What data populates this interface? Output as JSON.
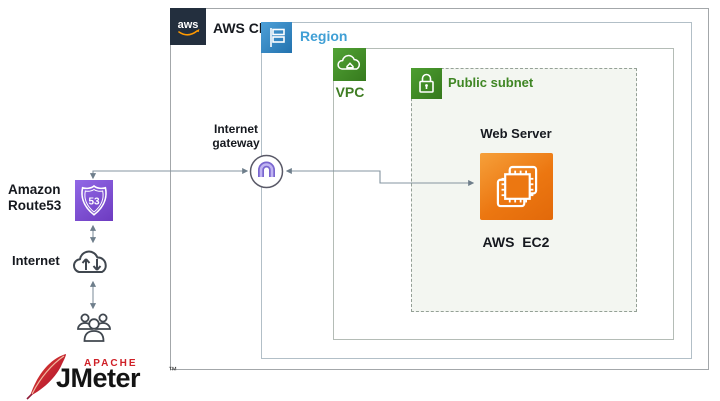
{
  "groups": {
    "aws_cloud": {
      "label": "AWS Cloud",
      "badge_text": "aws"
    },
    "region": {
      "label": "Region"
    },
    "vpc": {
      "label": "VPC"
    },
    "public_subnet": {
      "label": "Public subnet"
    }
  },
  "nodes": {
    "web_server": {
      "title": "Web Server",
      "caption": "AWS  EC2"
    },
    "internet_gateway": {
      "line1": "Internet",
      "line2": "gateway"
    },
    "route53": {
      "line1": "Amazon",
      "line2": "Route53",
      "badge_number": "53"
    },
    "internet": {
      "label": "Internet"
    },
    "jmeter": {
      "brand": "APACHE",
      "name": "JMeter",
      "trademark": "™"
    }
  },
  "icons": {
    "aws_cloud_badge": "aws-logo-icon",
    "region_badge": "flag-icon",
    "vpc_badge": "cloud-icon",
    "public_subnet_badge": "lock-icon",
    "web_server": "ec2-chip-icon",
    "internet_gateway": "gateway-icon",
    "route53": "route-shield-icon",
    "internet": "cloud-arrows-icon",
    "users": "users-icon",
    "jmeter": "feather-icon"
  },
  "colors": {
    "aws_dark": "#232F3E",
    "aws_smile_orange": "#FF9900",
    "region_blue": "#2E86C4",
    "region_text_blue": "#3F9FD5",
    "vpc_green": "#3F8624",
    "ec2_orange": "#EC7711",
    "route53_purple": "#7B4FD0",
    "gateway_purple": "#7A66CF",
    "connector_gray": "#8494A0"
  }
}
